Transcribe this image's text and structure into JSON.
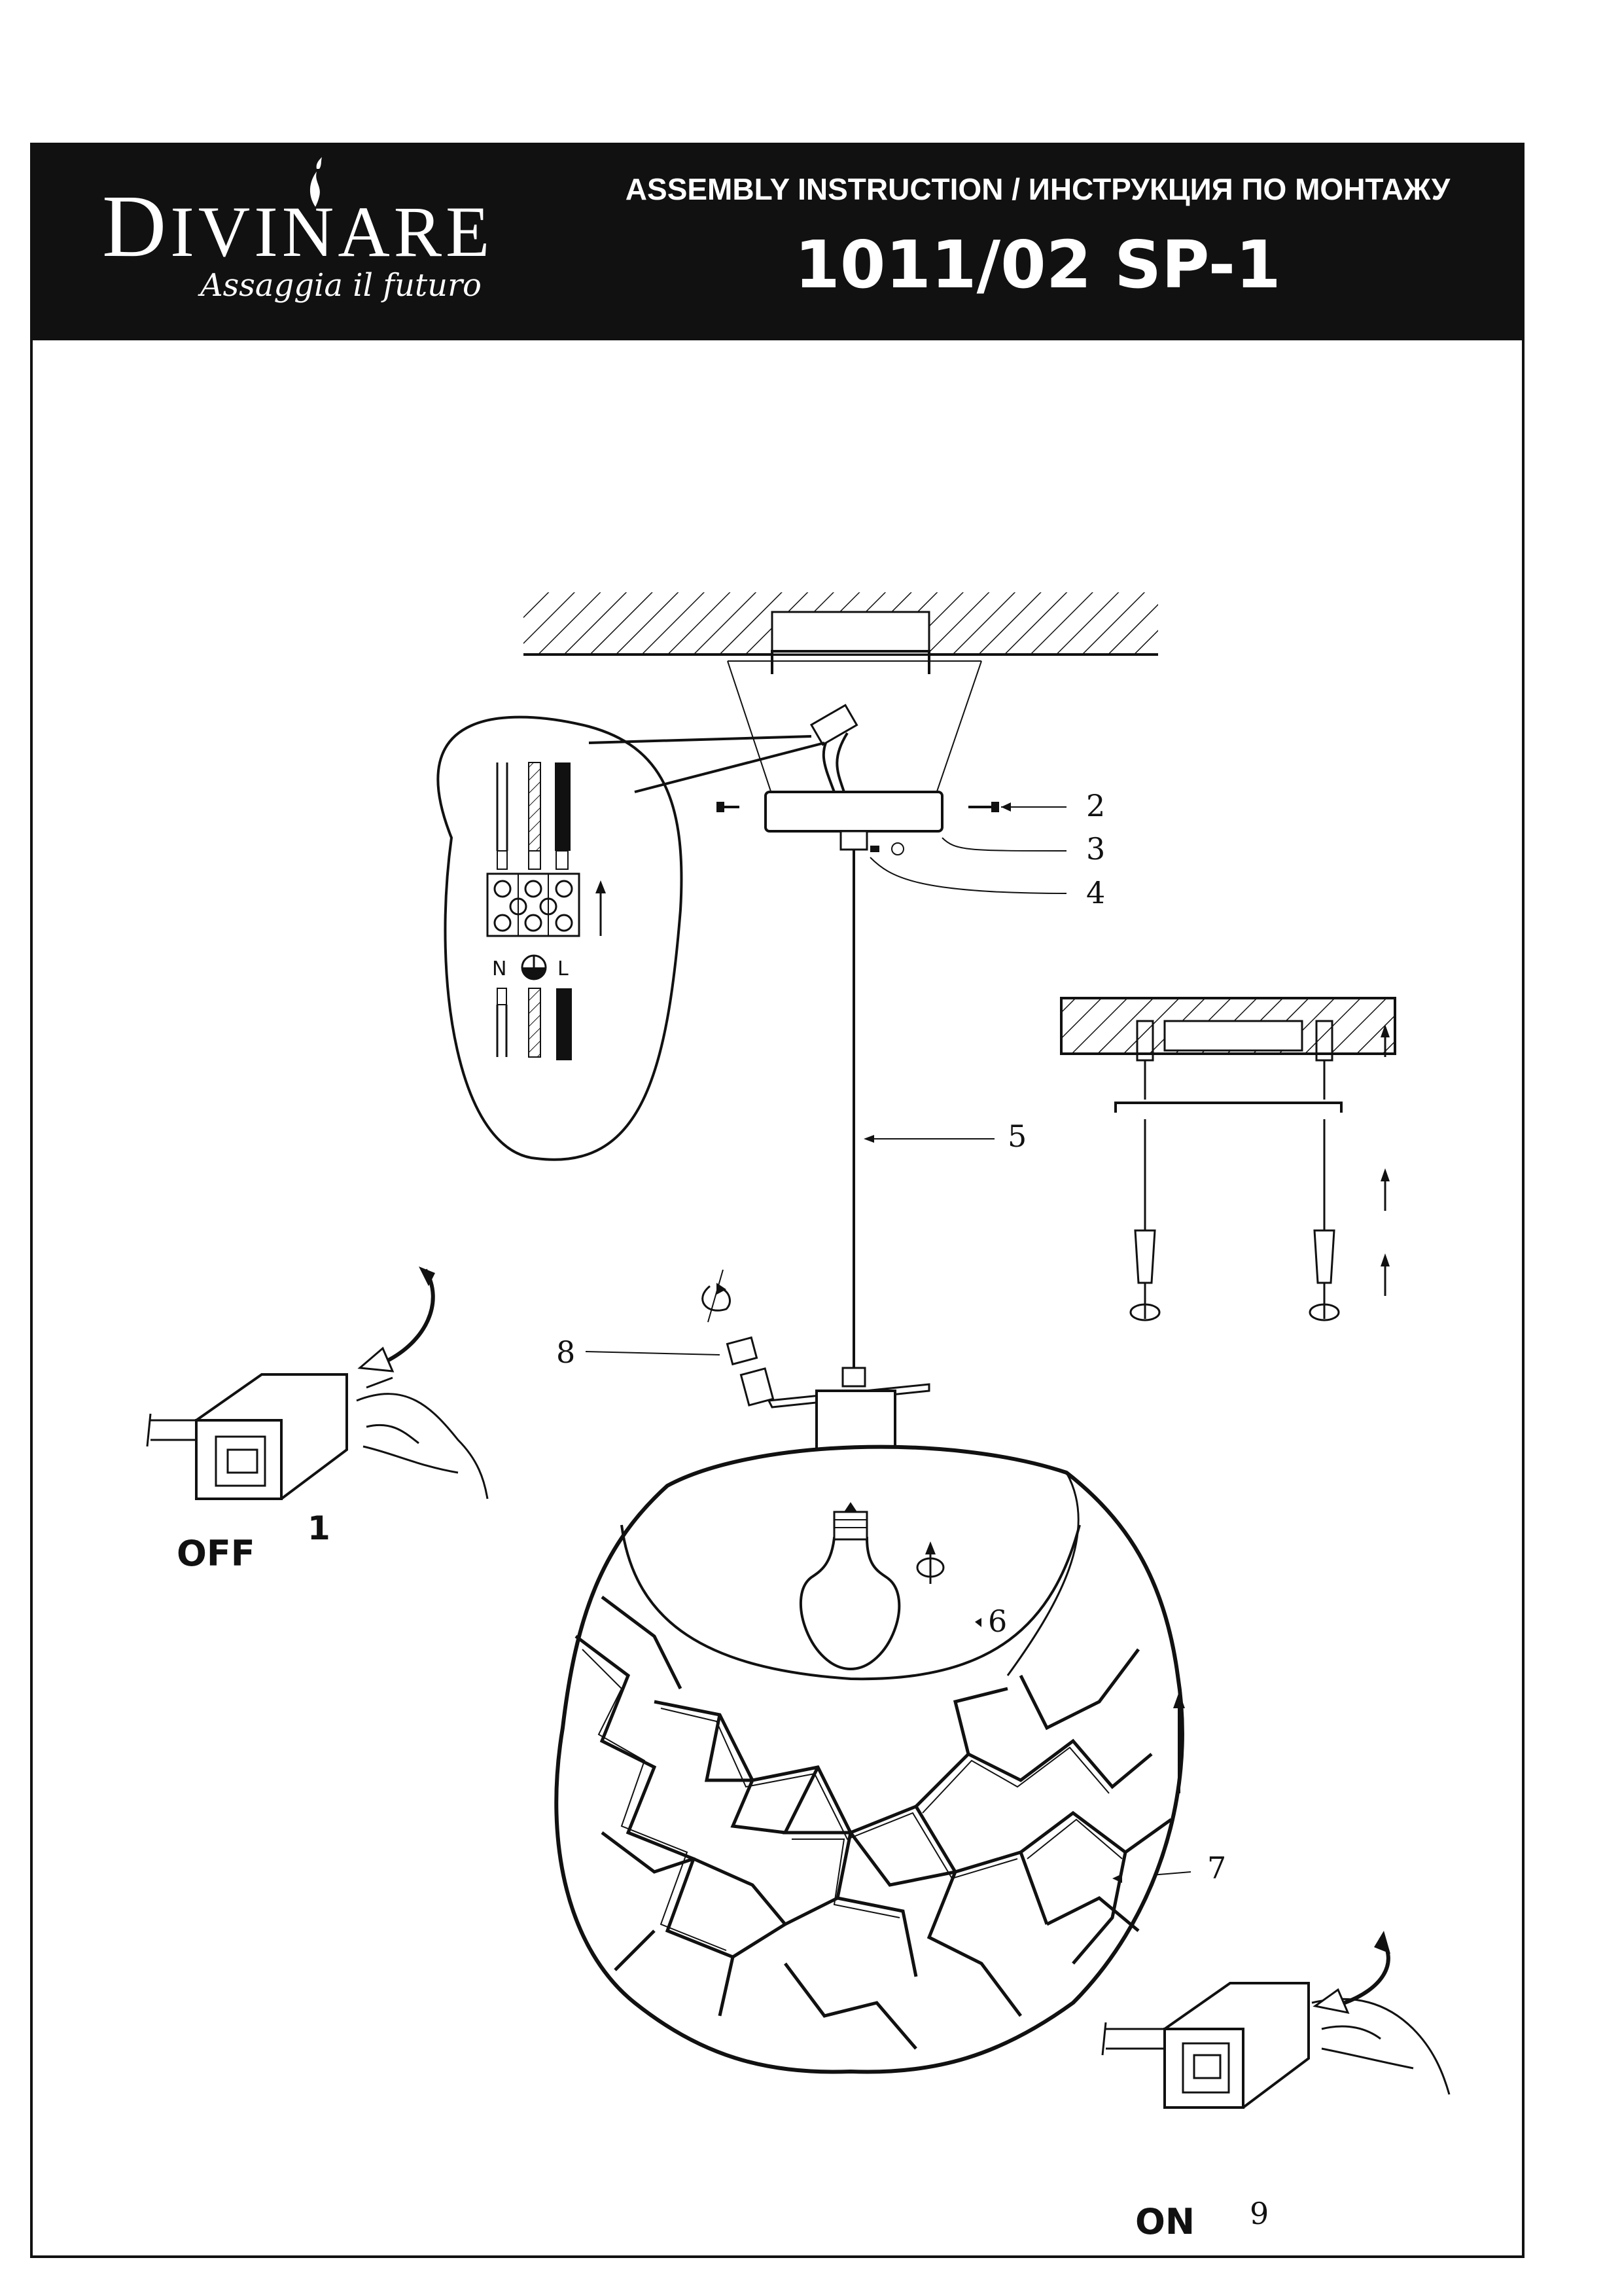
{
  "brand": {
    "name_initial": "D",
    "name_rest": "IVINARE",
    "tagline": "Assaggia il futuro"
  },
  "header": {
    "title": "ASSEMBLY INSTRUCTION / ИНСТРУКЦИЯ ПО МОНТАЖУ",
    "model": "1011/02 SP-1"
  },
  "wiring": {
    "terminal_n": "N",
    "terminal_l": "L",
    "earth_icon": "earth-ground-icon"
  },
  "callouts": {
    "c2": "2",
    "c3": "3",
    "c4": "4",
    "c5": "5",
    "c6": "6",
    "c7": "7",
    "c8": "8",
    "c9": "9"
  },
  "switches": {
    "off_label": "OFF",
    "off_step": "1",
    "on_label": "ON",
    "on_step": "9"
  },
  "colors": {
    "ink": "#111111",
    "paper": "#ffffff"
  }
}
